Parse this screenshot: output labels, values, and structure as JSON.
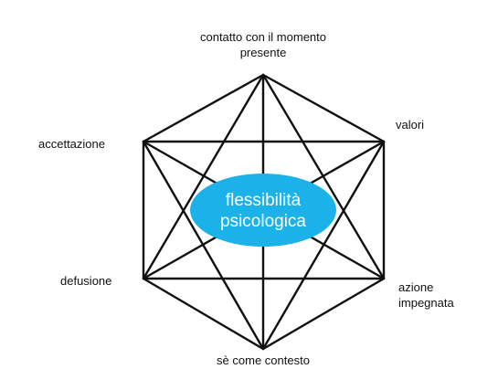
{
  "center": {
    "line1": "flessibilità",
    "line2": "psicologica",
    "fill_color": "#1ab2e8",
    "text_color": "#ffffff"
  },
  "nodes": {
    "top": {
      "line1": "contatto con il momento",
      "line2": "presente"
    },
    "upper_right": {
      "line1": "valori"
    },
    "lower_right": {
      "line1": "azione",
      "line2": "impegnata"
    },
    "bottom": {
      "line1": "sè come contesto"
    },
    "lower_left": {
      "line1": "defusione"
    },
    "upper_left": {
      "line1": "accettazione"
    }
  },
  "edge_color": "#111111"
}
